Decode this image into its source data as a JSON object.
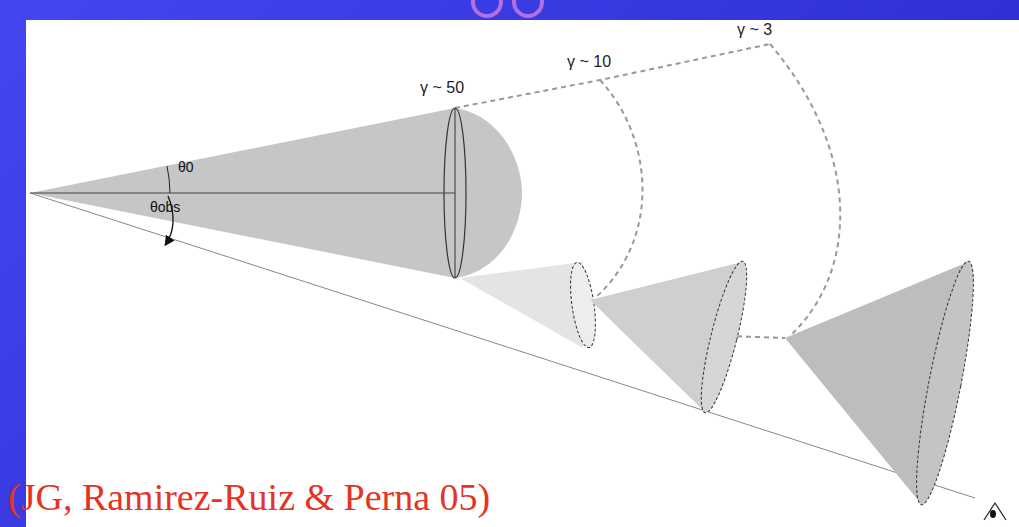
{
  "diagram": {
    "labels": [
      "γ ~ 50",
      "γ ~ 10",
      "γ ~ 3",
      "θ0",
      "θobs",
      "(JG, Ramirez-Ruiz & Perna 05)"
    ]
  }
}
